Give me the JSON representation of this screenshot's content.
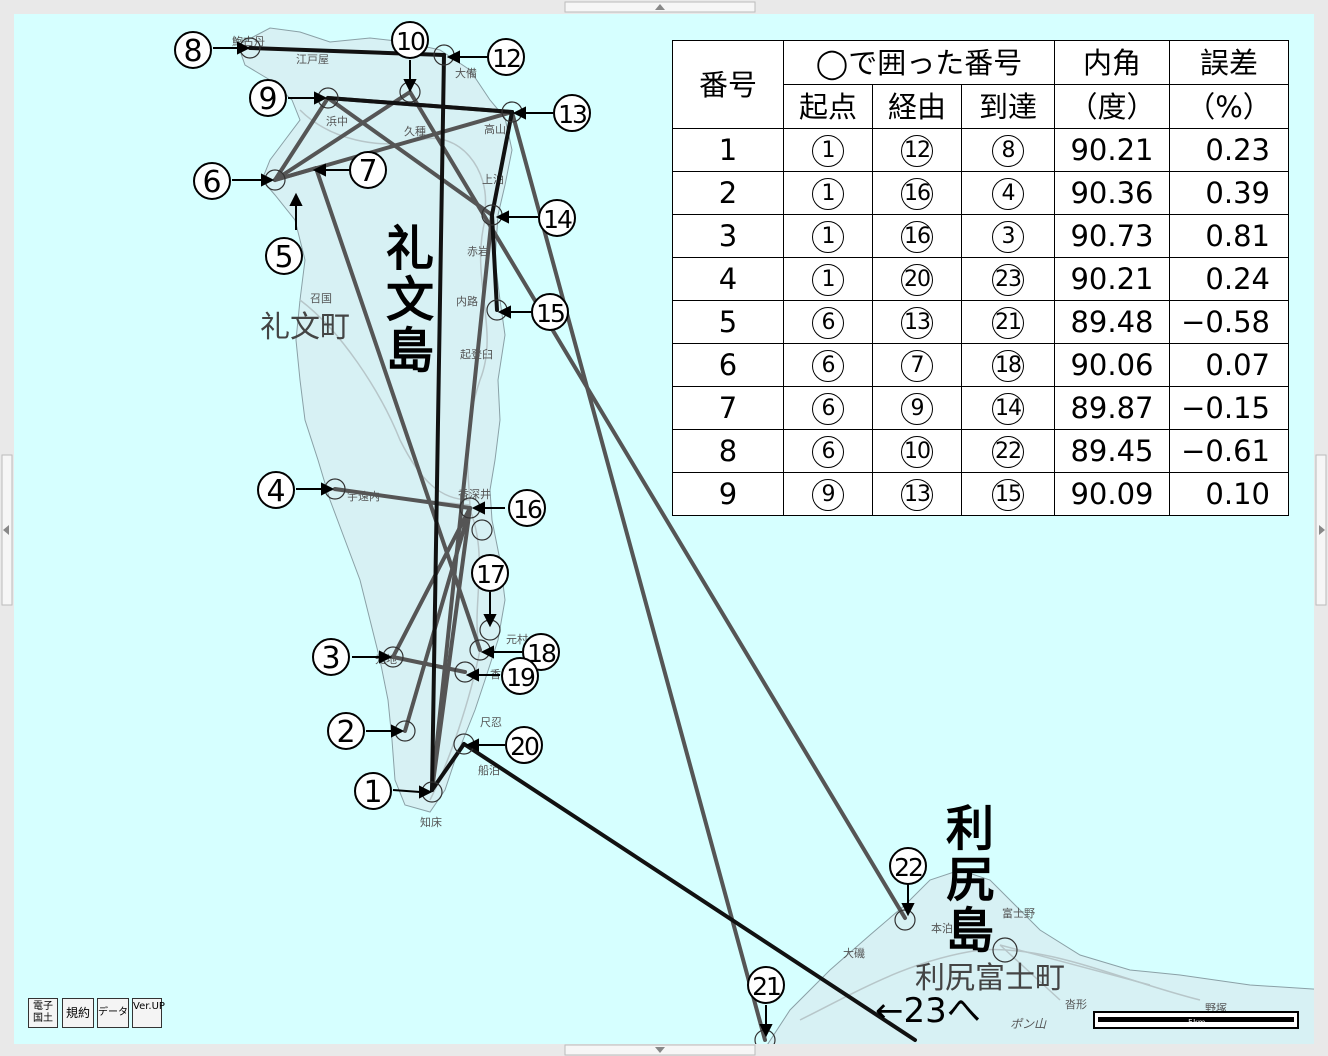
{
  "map": {
    "island_rebun_name": [
      "礼",
      "文",
      "島"
    ],
    "island_rishiri_name": [
      "利",
      "尻",
      "島"
    ],
    "town_rebun": "礼文町",
    "town_rishiri": "利尻富士町",
    "mountain": "ポン山",
    "scale_label": "5km",
    "arrow_23_label": "←23へ",
    "place_labels": [
      "鮑古丹",
      "江戸屋",
      "大備",
      "浜中",
      "久種",
      "高山",
      "上泊",
      "赤岩",
      "内路",
      "起登臼",
      "召国",
      "宇遠内",
      "香深井",
      "元地",
      "元村",
      "香深",
      "尺忍",
      "船泊",
      "知床",
      "富士野",
      "本泊",
      "大磯",
      "沓形",
      "野塚"
    ],
    "point_labels": [
      "1",
      "2",
      "3",
      "4",
      "5",
      "6",
      "7",
      "8",
      "9",
      "10",
      "12",
      "13",
      "14",
      "15",
      "16",
      "17",
      "18",
      "19",
      "20",
      "21",
      "22"
    ]
  },
  "table": {
    "header_number": "番号",
    "header_group": "◯で囲った番号",
    "header_start": "起点",
    "header_via": "経由",
    "header_end": "到達",
    "header_angle_top": "内角",
    "header_angle_bottom": "（度）",
    "header_error_top": "誤差",
    "header_error_bottom": "（%）",
    "rows": [
      {
        "no": "1",
        "start": "1",
        "via": "12",
        "end": "8",
        "angle": "90.21",
        "error": "0.23"
      },
      {
        "no": "2",
        "start": "1",
        "via": "16",
        "end": "4",
        "angle": "90.36",
        "error": "0.39"
      },
      {
        "no": "3",
        "start": "1",
        "via": "16",
        "end": "3",
        "angle": "90.73",
        "error": "0.81"
      },
      {
        "no": "4",
        "start": "1",
        "via": "20",
        "end": "23",
        "angle": "90.21",
        "error": "0.24"
      },
      {
        "no": "5",
        "start": "6",
        "via": "13",
        "end": "21",
        "angle": "89.48",
        "error": "−0.58"
      },
      {
        "no": "6",
        "start": "6",
        "via": "7",
        "end": "18",
        "angle": "90.06",
        "error": "0.07"
      },
      {
        "no": "7",
        "start": "6",
        "via": "9",
        "end": "14",
        "angle": "89.87",
        "error": "−0.15"
      },
      {
        "no": "8",
        "start": "6",
        "via": "10",
        "end": "22",
        "angle": "89.45",
        "error": "−0.61"
      },
      {
        "no": "9",
        "start": "9",
        "via": "13",
        "end": "15",
        "angle": "90.09",
        "error": "0.10"
      }
    ]
  },
  "toolbar": {
    "btn1": "電子国土",
    "btn2": "規約",
    "btn3": "データ",
    "btn4": "Ver.UP"
  },
  "colors": {
    "sea": "#d6ffff",
    "land": "#d7f1f4",
    "line_dark": "#111111",
    "line_gray": "#555555"
  }
}
